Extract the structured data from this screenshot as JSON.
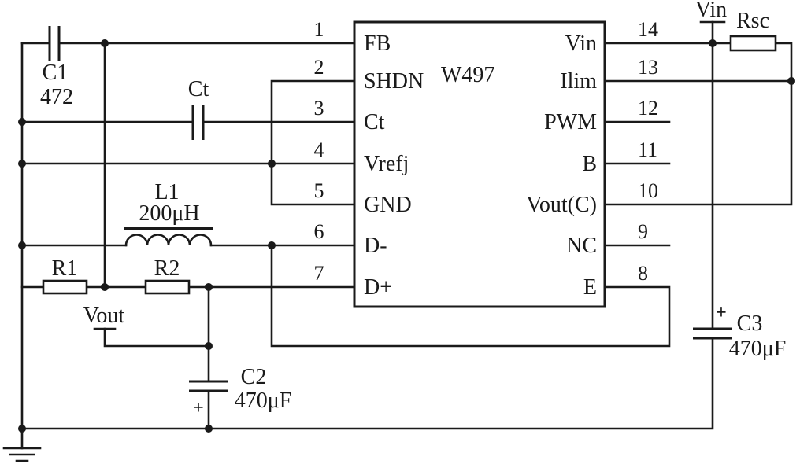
{
  "chip": {
    "name": "W497",
    "left_pins": [
      {
        "number": "1",
        "label": "FB"
      },
      {
        "number": "2",
        "label": "SHDN"
      },
      {
        "number": "3",
        "label": "Ct"
      },
      {
        "number": "4",
        "label": "Vrefj"
      },
      {
        "number": "5",
        "label": "GND"
      },
      {
        "number": "6",
        "label": "D-"
      },
      {
        "number": "7",
        "label": "D+"
      }
    ],
    "right_pins": [
      {
        "number": "14",
        "label": "Vin"
      },
      {
        "number": "13",
        "label": "Ilim"
      },
      {
        "number": "12",
        "label": "PWM"
      },
      {
        "number": "11",
        "label": "B"
      },
      {
        "number": "10",
        "label": "Vout(C)"
      },
      {
        "number": "9",
        "label": "NC"
      },
      {
        "number": "8",
        "label": "E"
      }
    ]
  },
  "components": {
    "c1": {
      "name": "C1",
      "value": "472"
    },
    "ct": {
      "name": "Ct"
    },
    "l1": {
      "name": "L1",
      "value": "200μH"
    },
    "r1": {
      "name": "R1"
    },
    "r2": {
      "name": "R2"
    },
    "c2": {
      "name": "C2",
      "value": "470μF",
      "polarity": "+"
    },
    "c3": {
      "name": "C3",
      "value": "470μF",
      "polarity": "+"
    },
    "rsc": {
      "name": "Rsc"
    }
  },
  "terminals": {
    "vin": "Vin",
    "vout": "Vout"
  },
  "colors": {
    "line": "#1a1a1a",
    "background": "#ffffff"
  }
}
